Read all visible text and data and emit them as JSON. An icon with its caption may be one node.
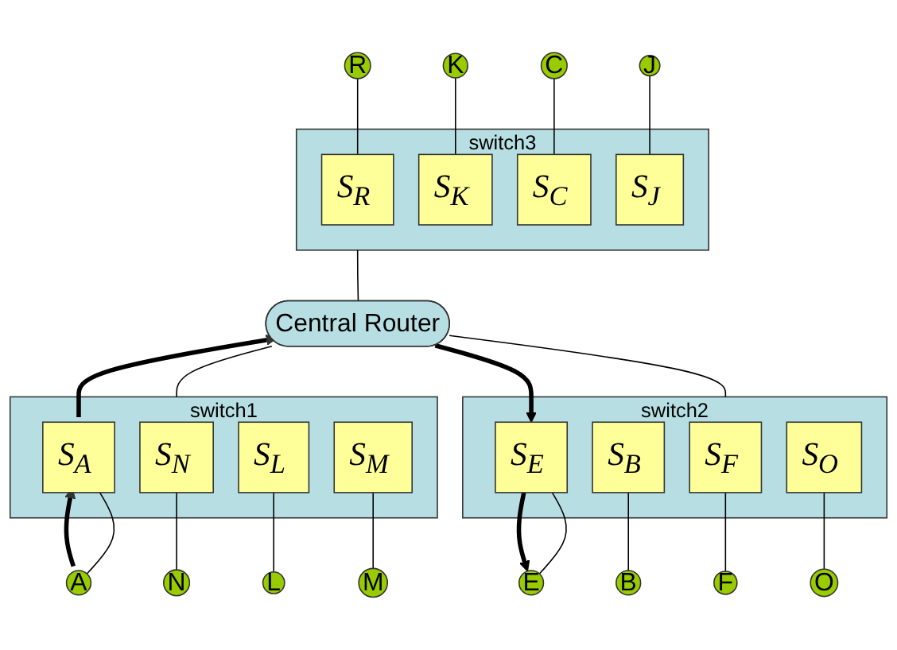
{
  "diagram": {
    "nodes": [
      {
        "text": [
          "R"
        ]
      },
      {
        "text": [
          "K"
        ]
      },
      {
        "text": [
          "C"
        ]
      },
      {
        "text": [
          "J"
        ]
      },
      {
        "text": [
          "switch3"
        ]
      },
      {
        "text": [
          "S$_{R}$"
        ],
        "in": 4
      },
      {
        "text": [
          "S$_{K}$"
        ],
        "in": 4
      },
      {
        "text": [
          "S$_{C}$"
        ],
        "in": 4
      },
      {
        "text": [
          "S$_{J}$"
        ],
        "in": 4
      },
      {
        "text": [
          "Central Router"
        ]
      },
      {
        "text": [
          "switch1"
        ]
      },
      {
        "text": [
          "S$_{N}$"
        ],
        "in": 10
      },
      {
        "text": [
          "S$_{A}$"
        ],
        "in": 10
      },
      {
        "text": [
          "S$_{L}$"
        ],
        "in": 10
      },
      {
        "text": [
          "S$_{M}$"
        ],
        "in": 10
      },
      {
        "text": [
          "switch2"
        ]
      },
      {
        "text": [
          "S$_{F}$"
        ],
        "in": 15
      },
      {
        "text": [
          "S$_{B}$"
        ],
        "in": 15
      },
      {
        "text": [
          "S$_{E}$"
        ],
        "in": 15
      },
      {
        "text": [
          "S$_{O}$"
        ],
        "in": 15
      },
      {
        "text": [
          "N"
        ]
      },
      {
        "text": [
          "A"
        ]
      },
      {
        "text": [
          "L"
        ]
      },
      {
        "text": [
          "M"
        ]
      },
      {
        "text": [
          "F"
        ]
      },
      {
        "text": [
          "B"
        ]
      },
      {
        "text": [
          "E"
        ]
      },
      {
        "text": [
          "O"
        ]
      }
    ],
    "edges": [
      {
        "from": 0,
        "to": 5,
        "arrow": "none"
      },
      {
        "from": 1,
        "to": 6,
        "arrow": "none"
      },
      {
        "from": 2,
        "to": 7,
        "arrow": "none"
      },
      {
        "from": 3,
        "to": 8,
        "arrow": "none"
      },
      {
        "from": 4,
        "to": 9,
        "arrow": "none"
      },
      {
        "from": 9,
        "to": 10,
        "arrow": "none"
      },
      {
        "from": 9,
        "to": 15,
        "arrow": "none"
      },
      {
        "from": 11,
        "to": 20,
        "arrow": "none"
      },
      {
        "from": 12,
        "to": 21,
        "arrow": "none"
      },
      {
        "from": 13,
        "to": 22,
        "arrow": "none"
      },
      {
        "from": 14,
        "to": 23,
        "arrow": "none"
      },
      {
        "from": 16,
        "to": 24,
        "arrow": "none"
      },
      {
        "from": 17,
        "to": 25,
        "arrow": "none"
      },
      {
        "from": 18,
        "to": 26,
        "arrow": "none"
      },
      {
        "from": 19,
        "to": 27,
        "arrow": "none"
      },
      {
        "from": 21,
        "to": 12,
        "arrow": "to",
        "style": "thick"
      },
      {
        "from": 12,
        "to": 9,
        "arrow": "to",
        "style": "thick"
      },
      {
        "from": 9,
        "to": 18,
        "arrow": "to",
        "style": "thick"
      },
      {
        "from": 18,
        "to": 26,
        "arrow": "to",
        "style": "thick"
      }
    ]
  }
}
